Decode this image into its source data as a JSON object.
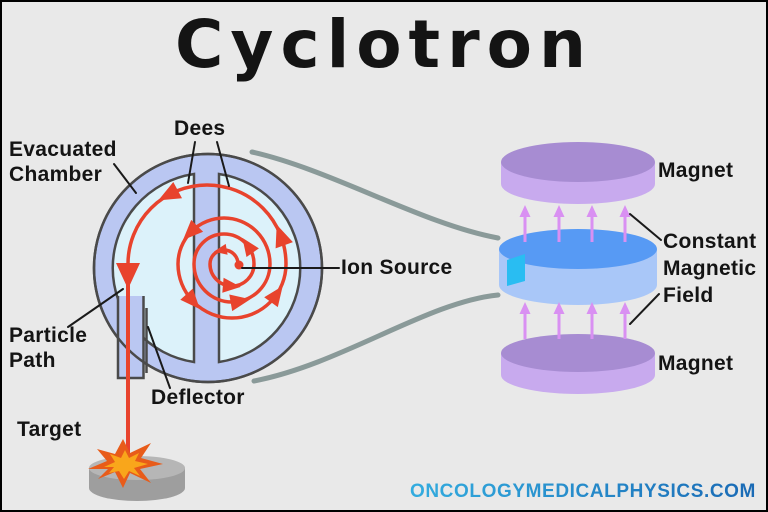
{
  "title": "Cyclotron",
  "diagram": {
    "left": {
      "evacuated_chamber": [
        "Evacuated",
        "Chamber"
      ],
      "dees": "Dees",
      "ion_source": "Ion Source",
      "particle_path": [
        "Particle",
        "Path"
      ],
      "deflector": "Deflector",
      "target": "Target"
    },
    "right": {
      "magnet_top": "Magnet",
      "field": [
        "Constant",
        "Magnetic",
        "Field"
      ],
      "magnet_bottom": "Magnet"
    }
  },
  "watermark": "ONCOLOGYMEDICALPHYSICS.COM",
  "colors": {
    "bg": "#e9e9e9",
    "frame": "#000000",
    "ink": "#141414",
    "outline": "#4a4a4a",
    "ring": "#bac7f2",
    "dee": "#dcf2fa",
    "red": "#e8432d",
    "connector": "#8a9a99",
    "magnet_face": "#a78cd2",
    "magnet_body": "#c8aaee",
    "field_arrow": "#d990f2",
    "chamber_face": "#579af4",
    "chamber_body": "#a9c7f8",
    "port": "#29bdf2",
    "target_face": "#b6b6b6",
    "target_body": "#9e9e9e",
    "star_outer": "#e85c1a",
    "star_inner": "#f9a61b",
    "wm_start": "#33acdf",
    "wm_end": "#1a6ab5"
  }
}
